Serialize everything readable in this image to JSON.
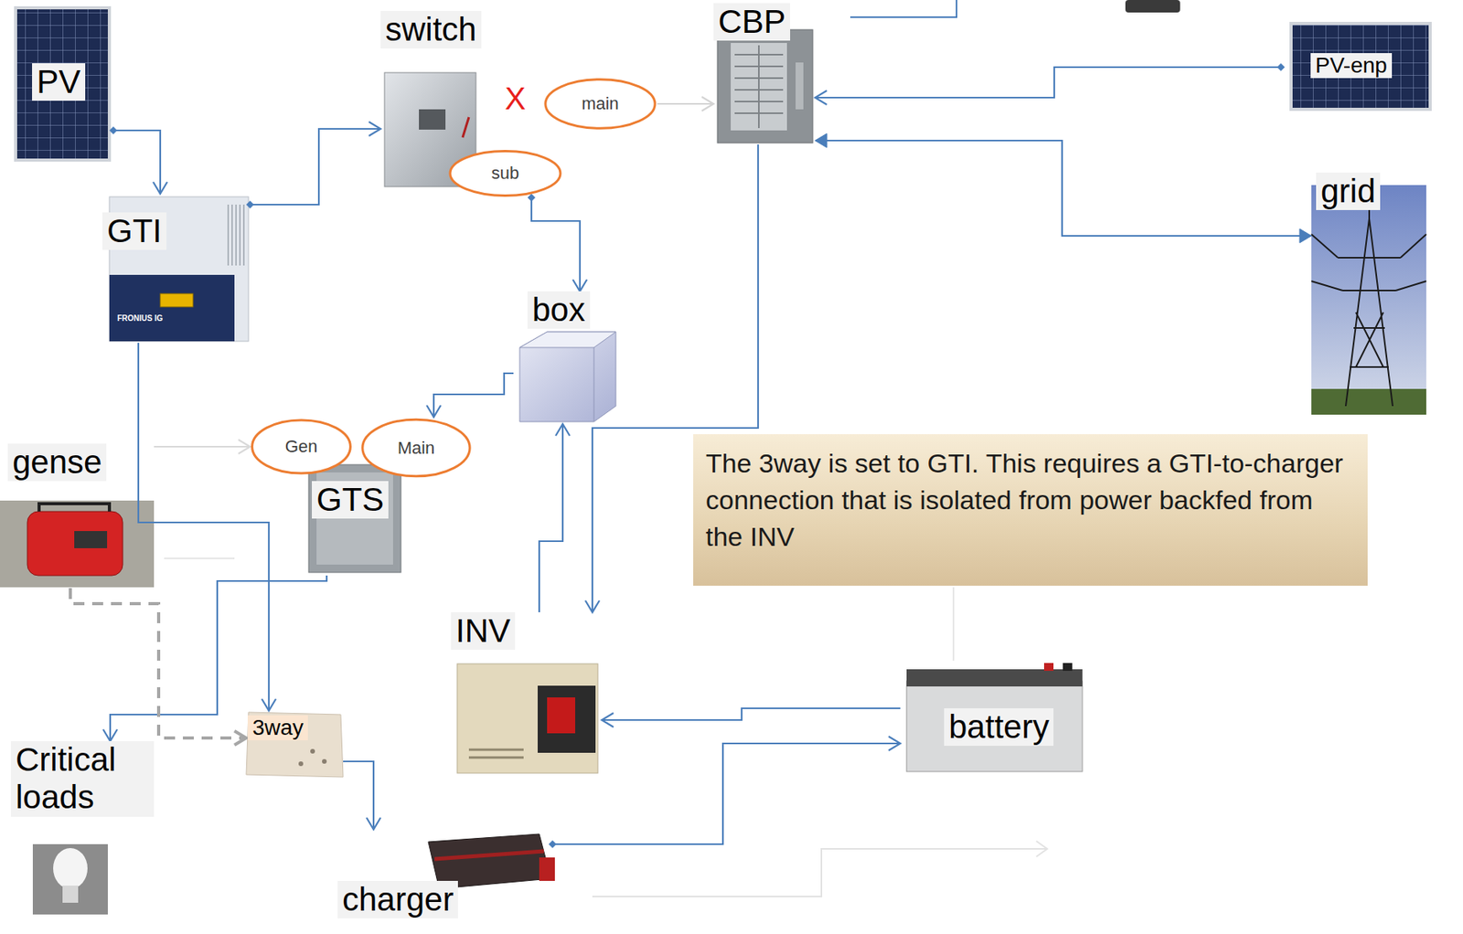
{
  "diagram": {
    "nodes": [
      {
        "text": [
          "PV"
        ]
      },
      {
        "text": [
          "switch"
        ]
      },
      {
        "text": [
          "main"
        ]
      },
      {
        "text": [
          "sub"
        ]
      },
      {
        "text": [
          "CBP"
        ]
      },
      {
        "text": [
          "PV-enp"
        ]
      },
      {
        "text": [
          "grid"
        ]
      },
      {
        "text": [
          "GTI"
        ]
      },
      {
        "text": [
          "box"
        ]
      },
      {
        "text": [
          "Gen"
        ]
      },
      {
        "text": [
          "Main"
        ]
      },
      {
        "text": [
          "GTS"
        ]
      },
      {
        "text": [
          "gense"
        ]
      },
      {
        "text": [
          "3way"
        ]
      },
      {
        "text": [
          "INV"
        ]
      },
      {
        "text": [
          "battery"
        ]
      },
      {
        "text": [
          "Critical loads"
        ]
      },
      {
        "text": [
          "charger"
        ]
      },
      {
        "text": [
          "The 3way is set to GTI. This requires a GTI-to-charger connection that is isolated from power backfed from the INV"
        ]
      }
    ],
    "edges": [
      {
        "from": 0,
        "to": 7,
        "arrow": "to"
      },
      {
        "from": 7,
        "to": 1,
        "arrow": "to"
      },
      {
        "from": 3,
        "to": 8,
        "arrow": "to"
      },
      {
        "from": 8,
        "to": 10,
        "arrow": "to"
      },
      {
        "from": 2,
        "to": 4,
        "arrow": "to"
      },
      {
        "from": 5,
        "to": 4,
        "arrow": "to"
      },
      {
        "from": 4,
        "to": 6,
        "arrow": "both"
      },
      {
        "from": 4,
        "to": 14,
        "arrow": "to"
      },
      {
        "from": 14,
        "to": 8,
        "arrow": "to"
      },
      {
        "from": 15,
        "to": 14,
        "arrow": "to"
      },
      {
        "from": 17,
        "to": 15,
        "arrow": "to"
      },
      {
        "from": 7,
        "to": 13,
        "arrow": "to"
      },
      {
        "from": 11,
        "to": 16,
        "arrow": "to"
      },
      {
        "from": 12,
        "to": 13,
        "arrow": "to"
      },
      {
        "from": 12,
        "to": 9,
        "arrow": "to"
      },
      {
        "from": 13,
        "to": 17,
        "arrow": "to"
      }
    ],
    "labels": [
      "X",
      "FRONIUS IG"
    ]
  }
}
